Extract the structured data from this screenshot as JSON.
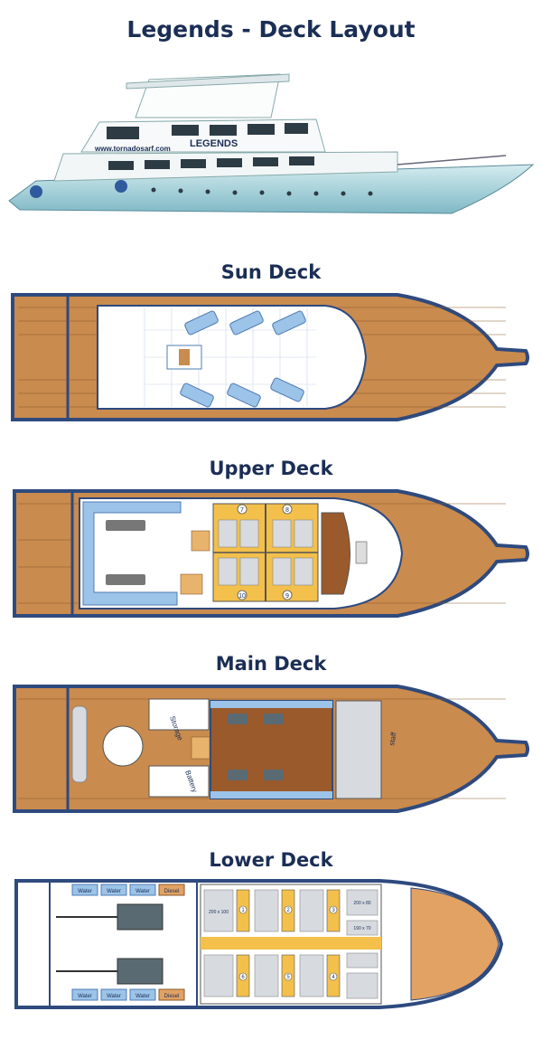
{
  "page": {
    "title": "Legends  - Deck Layout"
  },
  "boat_photo": {
    "website_text": "www.tornadosarf.com",
    "hull_name": "LEGENDS"
  },
  "decks": {
    "sun": {
      "title": "Sun Deck"
    },
    "upper": {
      "title": "Upper Deck",
      "cabin_numbers": [
        "7",
        "8",
        "10",
        "9"
      ]
    },
    "main": {
      "title": "Main Deck",
      "labels": {
        "storage": "Storage",
        "battery": "Battery",
        "staff": "staff"
      }
    },
    "lower": {
      "title": "Lower Deck",
      "tanks_top": [
        "Water",
        "Water",
        "Water",
        "Diesel"
      ],
      "tanks_bottom": [
        "Water",
        "Water",
        "Water",
        "Diesel"
      ],
      "cabin_numbers": [
        "1",
        "2",
        "3",
        "4",
        "5",
        "6"
      ],
      "bed_labels": [
        "200 x 100",
        "200 x 80",
        "190 x 70"
      ]
    }
  },
  "colors": {
    "navy": "#1b2e55",
    "wood": "#c98b4e",
    "hull_outline": "#2e4a7e",
    "bed_blue": "#9cc3e8",
    "cabin_yellow": "#f2c04b"
  }
}
